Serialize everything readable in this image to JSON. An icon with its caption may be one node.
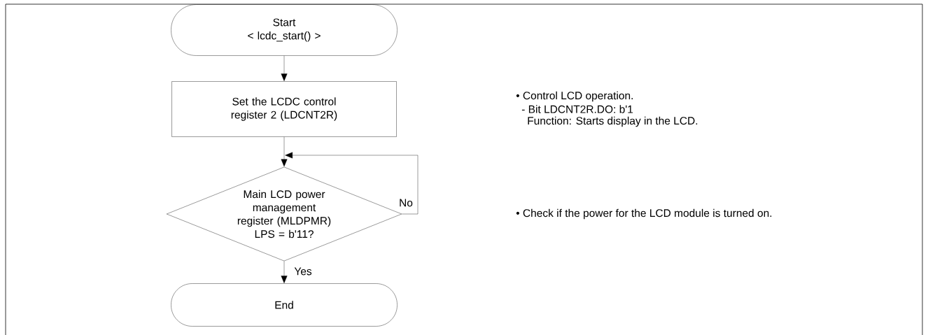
{
  "diagram": {
    "nodes": [
      {
        "text": [
          "Start",
          "< lcdc_start() >"
        ]
      },
      {
        "text": [
          "Set the LCDC control register 2 (LDCNT2R)"
        ]
      },
      {
        "text": [
          "Main LCD power management register (MLDPMR) LPS = b'11?"
        ]
      },
      {
        "text": [
          "End"
        ]
      }
    ],
    "edges": [
      {
        "from": 0,
        "to": 1,
        "arrow": "to"
      },
      {
        "from": 1,
        "to": 2,
        "arrow": "to"
      },
      {
        "from": 2,
        "to": 2,
        "arrow": "to",
        "label": "No"
      },
      {
        "from": 2,
        "to": 3,
        "arrow": "to",
        "label": "Yes"
      }
    ],
    "labels": [
      "• Control LCD operation.",
      "- Bit LDCNT2R.DO: b'1",
      "Function: Starts display in the LCD.",
      "• Check if the power for the LCD module is turned on."
    ]
  }
}
